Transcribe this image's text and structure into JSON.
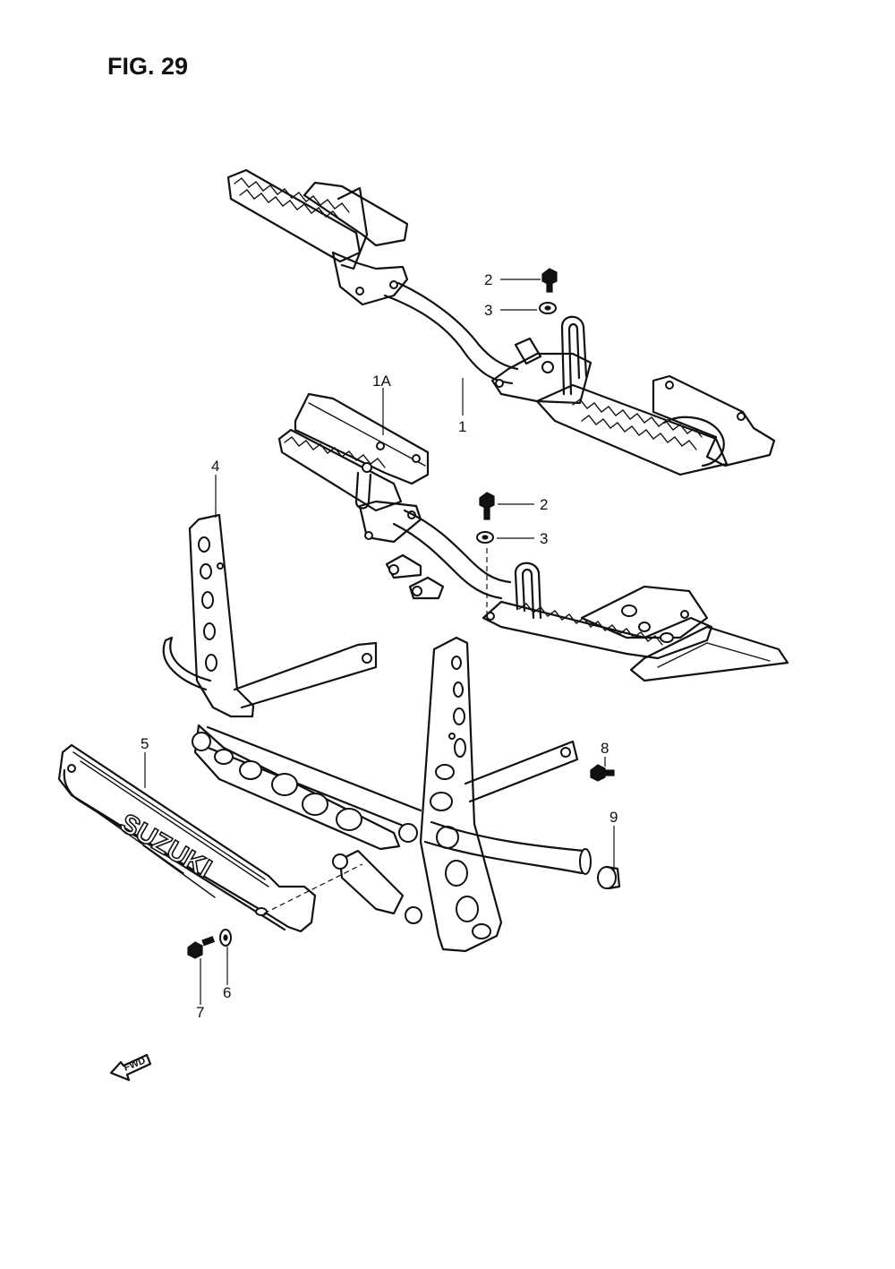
{
  "figure": {
    "title": "FIG. 29"
  },
  "callouts": {
    "c1": "1",
    "c1a": "1A",
    "c2a": "2",
    "c3a": "3",
    "c2b": "2",
    "c3b": "3",
    "c4": "4",
    "c5": "5",
    "c6": "6",
    "c7": "7",
    "c8": "8",
    "c9": "9"
  },
  "guard_lettering": "SUZUKI",
  "direction_arrow": {
    "label": "FWD"
  }
}
